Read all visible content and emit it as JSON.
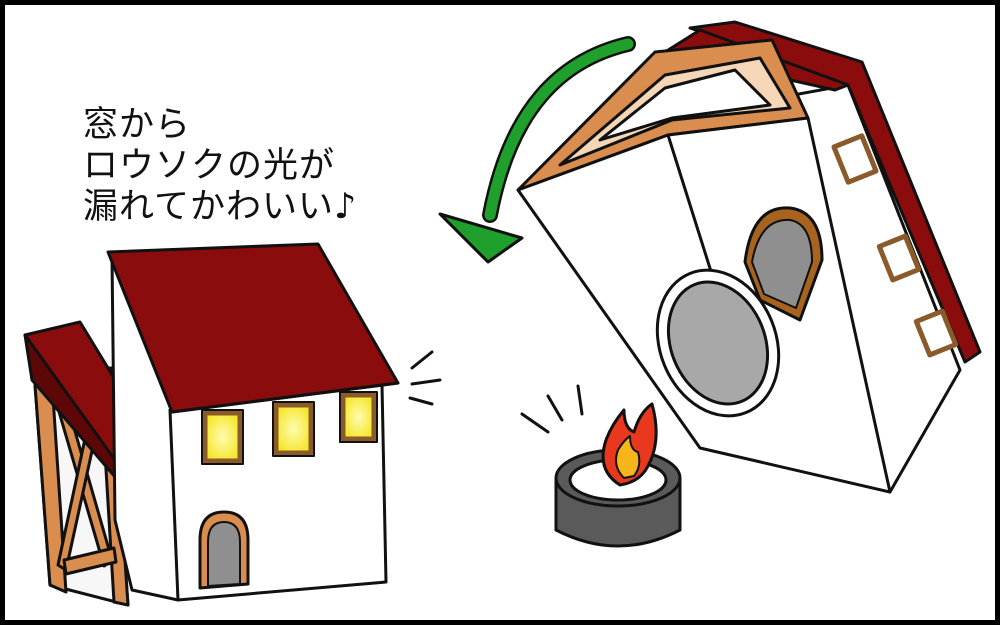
{
  "caption": {
    "line1": "窓から",
    "line2": "ロウソクの光が",
    "line3": "漏れてかわいい♪"
  },
  "colors": {
    "roof": "#8b0c0c",
    "timber": "#d98d4f",
    "window_glow": "#f5ea2a",
    "window_frame": "#8a5a2b",
    "arrow": "#1fa02c",
    "flame_outer": "#e8391e",
    "flame_inner": "#f6b51a",
    "candle_holder": "#5a5a5a",
    "door_fill": "#8f8f8f",
    "outline": "#111111"
  },
  "icons": [
    "curved-arrow-icon",
    "flame-icon",
    "music-note-icon"
  ]
}
